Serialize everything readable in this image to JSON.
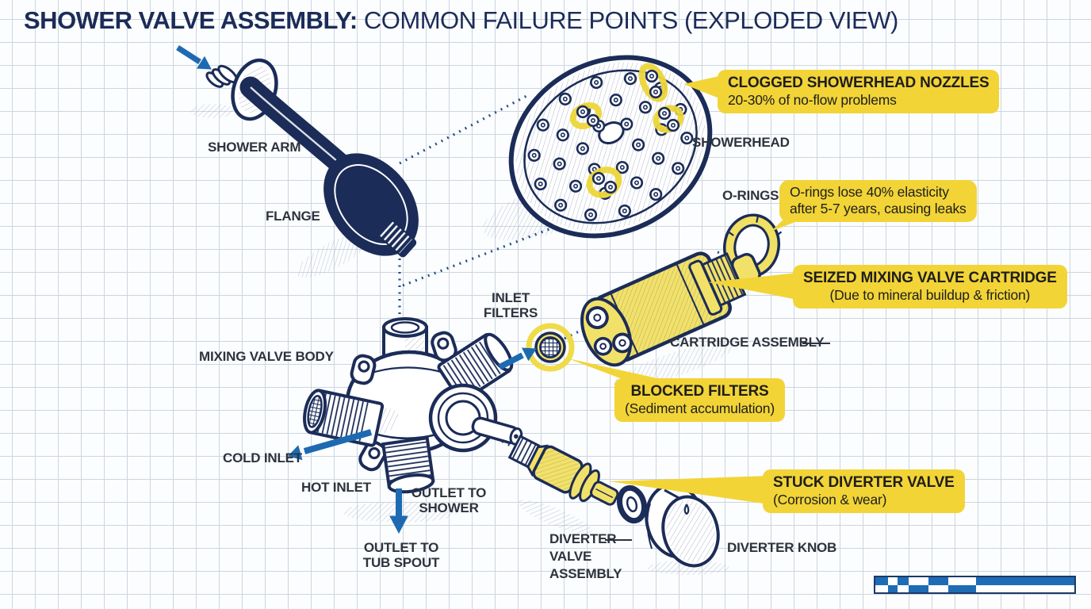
{
  "title": {
    "prefix_bold": "SHOWER VALVE ASSEMBLY:",
    "rest": "COMMON FAILURE POINTS (EXPLODED VIEW)"
  },
  "colors": {
    "navy_ink": "#1b2c58",
    "blueprint_blue": "#1e6ab2",
    "highlight_yellow": "#f2d437",
    "part_yellow": "#f2e169",
    "grid_line": "#ccd5e0",
    "label_text": "#2d333d"
  },
  "part_labels": {
    "shower_arm": "SHOWER ARM",
    "flange": "FLANGE",
    "showerhead": "SHOWERHEAD",
    "o_rings": "O-RINGS",
    "inlet_filters": [
      "INLET",
      "FILTERS"
    ],
    "mixing_valve_body": "MIXING VALVE BODY",
    "cartridge_assembly": "CARTRIDGE ASSEMBLY",
    "cold_inlet": "COLD INLET",
    "hot_inlet": "HOT INLET",
    "outlet_to_shower": [
      "OUTLET TO",
      "SHOWER"
    ],
    "outlet_to_tub_spout": [
      "OUTLET TO",
      "TUB SPOUT"
    ],
    "diverter_valve_assembly": [
      "DIVERTER",
      "VALVE",
      "ASSEMBLY"
    ],
    "diverter_knob": "DIVERTER KNOB"
  },
  "callouts": {
    "clogged_showerhead": {
      "title": "CLOGGED SHOWERHEAD NOZZLES",
      "detail": "20-30% of no-flow problems"
    },
    "o_rings": {
      "line1": "O-rings lose 40% elasticity",
      "line2": "after 5-7 years, causing leaks"
    },
    "seized_cartridge": {
      "title": "SEIZED MIXING VALVE CARTRIDGE",
      "detail": "(Due to mineral buildup & friction)"
    },
    "blocked_filters": {
      "title": "BLOCKED FILTERS",
      "detail": "(Sediment accumulation)"
    },
    "stuck_diverter": {
      "title": "STUCK DIVERTER VALVE",
      "detail": "(Corrosion & wear)"
    }
  }
}
